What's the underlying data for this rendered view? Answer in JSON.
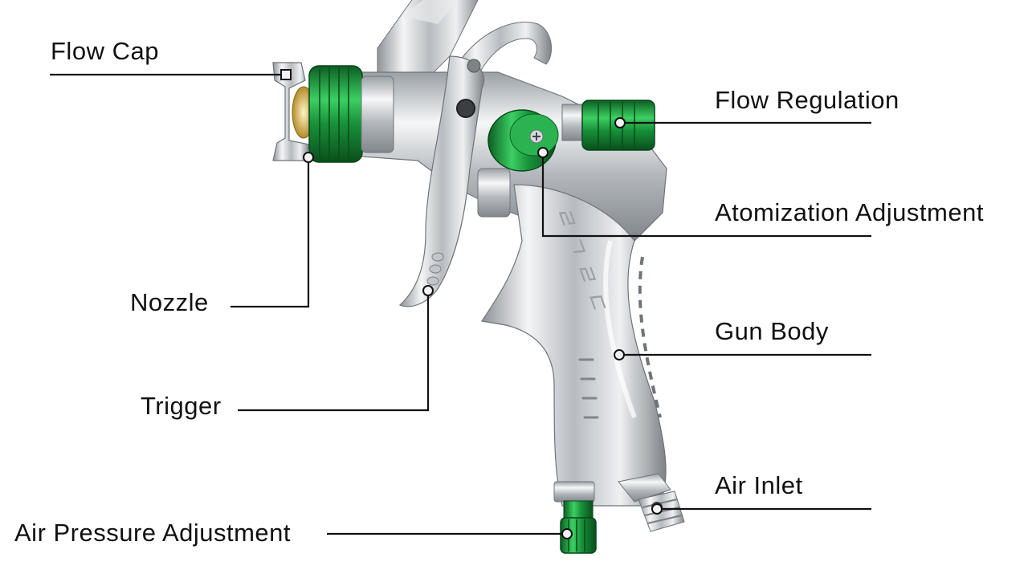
{
  "diagram": {
    "labels": {
      "flow_cap": "Flow Cap",
      "flow_regulation": "Flow Regulation",
      "atomization_adjustment": "Atomization Adjustment",
      "nozzle": "Nozzle",
      "gun_body": "Gun Body",
      "trigger": "Trigger",
      "air_inlet": "Air Inlet",
      "air_pressure_adjustment": "Air Pressure Adjustment"
    },
    "colors": {
      "accent_green": "#1e9b3c",
      "chrome": "#c9ccd0",
      "leader_line": "#111111"
    }
  }
}
